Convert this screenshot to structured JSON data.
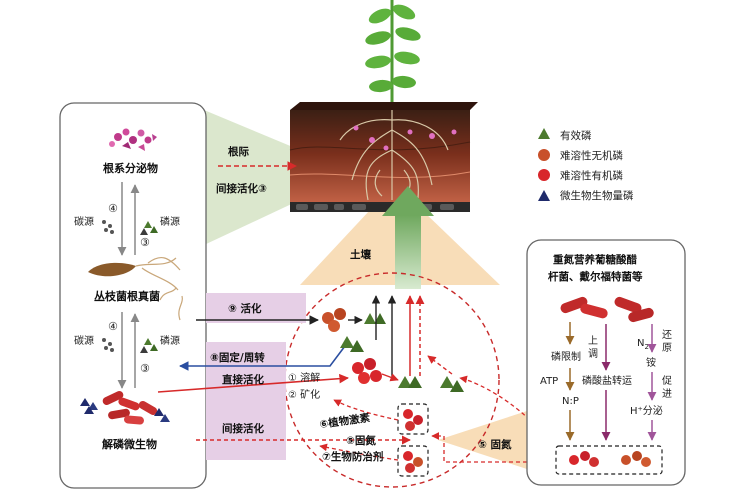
{
  "legend": {
    "items": [
      {
        "label": "有效磷",
        "symbol": "green-triangle",
        "color": "#4c7a2e"
      },
      {
        "label": "难溶性无机磷",
        "symbol": "orange-circle",
        "color": "#c8502a"
      },
      {
        "label": "难溶性有机磷",
        "symbol": "red-circle",
        "color": "#d8262b"
      },
      {
        "label": "微生物生物量磷",
        "symbol": "navy-triangle",
        "color": "#1f2a6b"
      }
    ]
  },
  "left_panel": {
    "root_exudates": "根系分泌物",
    "am_fungi": "丛枝菌根真菌",
    "psm": "解磷微生物",
    "carbon_source": "碳源",
    "phosphorus_source": "磷源",
    "num4": "④",
    "num3": "③"
  },
  "soil": {
    "rhizosphere": "根际",
    "indirect_activation_3": "间接活化③",
    "soil_label": "土壤"
  },
  "arrows": {
    "activation_9": "⑨ 活化",
    "fixation_8": "⑧固定/周转",
    "direct_activation": "直接活化",
    "dissolution_1": "① 溶解",
    "mineralization_2": "② 矿化",
    "indirect_activation": "间接活化",
    "plant_hormone_6": "⑥植物激素",
    "n_fixation_5a": "⑤固氮",
    "biocontrol_7": "⑦生物防治剂",
    "n_fixation_5b": "⑤ 固氮"
  },
  "right_panel": {
    "title_line1": "重氮营养葡糖酸醋",
    "title_line2": "杆菌、戴尔福特菌等",
    "p_limitation": "磷限制",
    "upregulate1": "上",
    "upregulate2": "调",
    "phosphate_transport": "磷酸盐转运",
    "atp": "ATP",
    "np_ratio": "N:P",
    "n2": "N",
    "n2_sub": "2",
    "reduce1": "还",
    "reduce2": "原",
    "ammonium": "铵",
    "promote1": "促",
    "promote2": "进",
    "h_secretion": "H⁺分泌"
  }
}
